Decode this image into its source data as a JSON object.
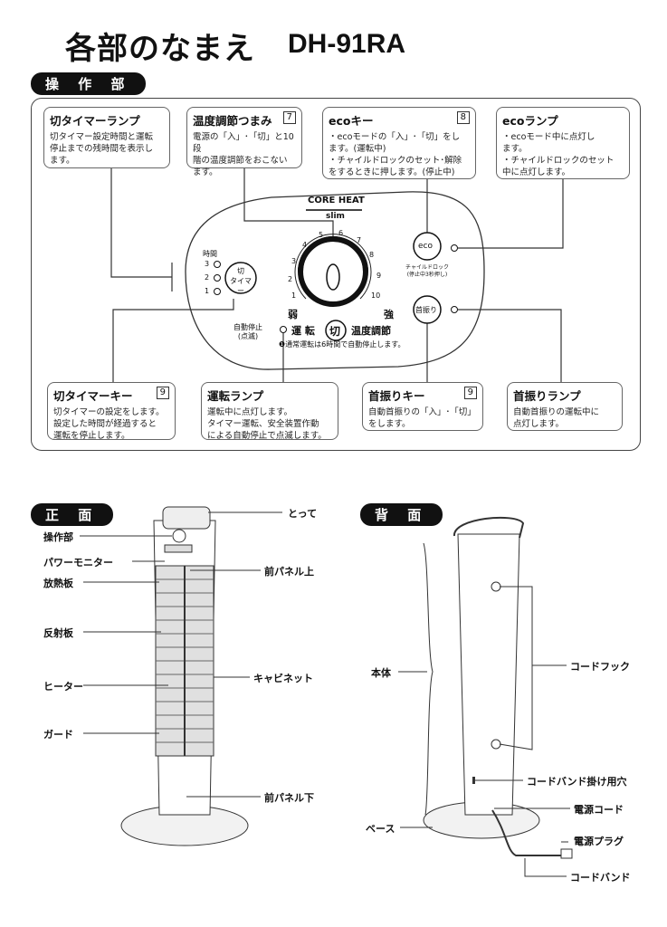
{
  "header": {
    "title": "各部のなまえ",
    "model": "DH-91RA"
  },
  "control_section": {
    "label": "操 作 部",
    "callouts": {
      "off_timer_lamp": {
        "title": "切タイマーランプ",
        "text": "切タイマー設定時間と運転\n停止までの残時間を表示し\nます。"
      },
      "temp_knob": {
        "title": "温度調節つまみ",
        "num": "7",
        "text": "電源の「入」･「切」と10段\n階の温度調節をおこない\nます。"
      },
      "eco_key": {
        "title": "ecoキー",
        "num": "8",
        "text": "・ecoモードの「入」･「切」をし\n ます。(運転中)\n・チャイルドロックのセット･解除\n をするときに押します。(停止中)"
      },
      "eco_lamp": {
        "title": "ecoランプ",
        "text": "・ecoモード中に点灯し\n ます。\n・チャイルドロックのセット\n 中に点灯します。"
      },
      "off_timer_key": {
        "title": "切タイマーキー",
        "num": "9",
        "text": "切タイマーの設定をします。\n設定した時間が経過すると\n運転を停止します。"
      },
      "run_lamp": {
        "title": "運転ランプ",
        "text": "運転中に点灯します。\nタイマー運転、安全装置作動\nによる自動停止で点滅します。"
      },
      "swing_key": {
        "title": "首振りキー",
        "num": "9",
        "text": "自動首振りの「入」･「切」\nをします。"
      },
      "swing_lamp": {
        "title": "首振りランプ",
        "text": "自動首振りの運転中に\n点灯します。"
      }
    },
    "panel": {
      "brand": "CORE HEAT",
      "sub": "slim",
      "timer_label": "時間",
      "timer_hours": [
        "3",
        "2",
        "1"
      ],
      "timer_button": "切\nタイマー",
      "dial_numbers": [
        "1",
        "2",
        "3",
        "4",
        "5",
        "6",
        "7",
        "8",
        "9",
        "10"
      ],
      "weak": "弱",
      "strong": "強",
      "run": "運 転",
      "off": "切",
      "temp_adjust": "温度調節",
      "auto_stop": "自動停止\n(点滅)",
      "note": "❶通常運転は6時間で自動停止します。",
      "eco_button": "eco",
      "child_lock": "チャイルドロック\n(停止中3秒押し)",
      "swing_button": "首振り"
    }
  },
  "front_section": {
    "label": "正 面",
    "left_labels": [
      "操作部",
      "パワーモニター",
      "放熱板",
      "反射板",
      "ヒーター",
      "ガード"
    ],
    "right_labels": [
      "とって",
      "前パネル上",
      "キャビネット",
      "前パネル下"
    ]
  },
  "back_section": {
    "label": "背 面",
    "labels": {
      "body": "本体",
      "base": "ベース",
      "cord_hook": "コードフック",
      "cord_band_hole": "コードバンド掛け用穴",
      "power_cord": "電源コード",
      "power_plug": "電源プラグ",
      "cord_band": "コードバンド"
    }
  }
}
